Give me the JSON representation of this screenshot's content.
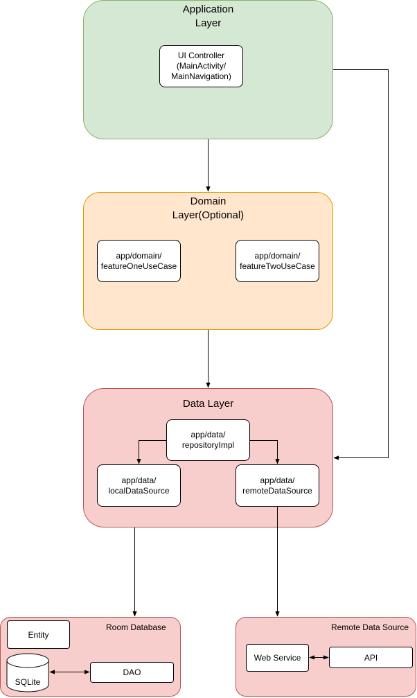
{
  "application_layer": {
    "title_line1": "Application",
    "title_line2": "Layer",
    "ui_controller": {
      "line1": "UI Controller",
      "line2": "(MainActivity/",
      "line3": "MainNavigation)"
    }
  },
  "domain_layer": {
    "title_line1": "Domain",
    "title_line2": "Layer(Optional)",
    "use_case_one": {
      "line1": "app/domain/",
      "line2": "featureOneUseCase"
    },
    "use_case_two": {
      "line1": "app/domain/",
      "line2": "featureTwoUseCase"
    }
  },
  "data_layer": {
    "title": "Data Layer",
    "repository": {
      "line1": "app/data/",
      "line2": "repositoryImpl"
    },
    "local_source": {
      "line1": "app/data/",
      "line2": "localDataSource"
    },
    "remote_source": {
      "line1": "app/data/",
      "line2": "remoteDataSource"
    }
  },
  "room_database": {
    "title": "Room Database",
    "entity": "Entity",
    "sqlite": "SQLite",
    "dao": "DAO"
  },
  "remote_data_source": {
    "title": "Remote Data Source",
    "web_service": "Web Service",
    "api": "API"
  },
  "colors": {
    "application_fill": "#d5e8d4",
    "application_stroke": "#82b366",
    "domain_fill": "#ffe6cc",
    "domain_stroke": "#d79b00",
    "data_fill": "#f8cecc",
    "data_stroke": "#b85450"
  }
}
